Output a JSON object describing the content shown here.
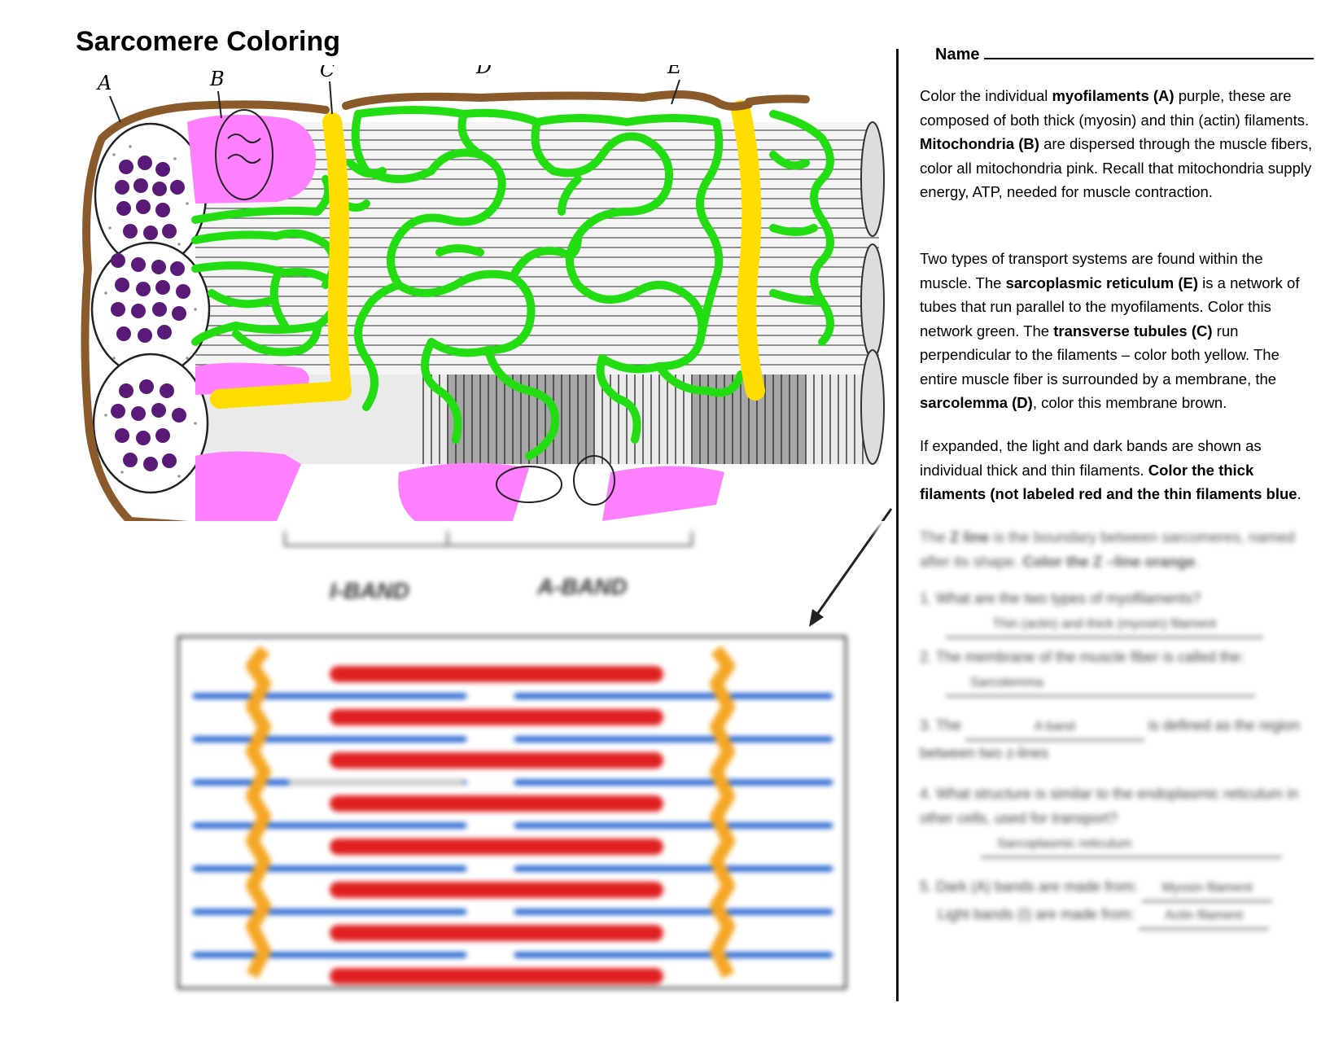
{
  "header": {
    "title": "Sarcomere Coloring",
    "name_label": "Name"
  },
  "instructions": {
    "p1": {
      "t1": "Color the individual ",
      "b1": "myofilaments (A)",
      "t2": " purple, these are composed of both thick (myosin) and thin (actin) filaments.   ",
      "b2": "Mitochondria (B)",
      "t3": " are dispersed through the muscle fibers, color all mitochondria pink.  Recall that mitochondria supply energy, ATP, needed for muscle contraction."
    },
    "p2": {
      "t1": "Two types of transport systems are found within the muscle.  The ",
      "b1": "sarcoplasmic reticulum (E)",
      "t2": " is a network of tubes that run parallel to the myofilaments.  Color this network green.   The ",
      "b2": "transverse tubules (C)",
      "t3": " run perpendicular to the filaments – color both yellow.  The entire muscle fiber is surrounded by a membrane, the ",
      "b3": "sarcolemma (D)",
      "t4": ", color this membrane brown."
    },
    "p3": {
      "t1": "If expanded, the light and dark bands are shown as individual thick and thin filaments.   ",
      "b1": "Color the thick filaments (not labeled red and the thin filaments blue",
      "t2": "."
    },
    "p4": {
      "t1": "The ",
      "b1": "Z line",
      "t2": " is the boundary between sarcomeres, named after its shape.  ",
      "b2": "Color the Z –line orange",
      "t3": "."
    }
  },
  "questions": [
    {
      "text": "1.  What are the two types of myofilaments?",
      "answer": "Thin (actin) and thick (myosin) filament"
    },
    {
      "text": "2.  The membrane of the muscle fiber is called the:",
      "answer": "Sarcolemma"
    },
    {
      "text_before": "3.  The",
      "answer": "A band",
      "text_after": "is defined as the region between two z-lines"
    },
    {
      "text": "4.  What structure is similar to the endoplasmic reticulum in other cells, used for transport?",
      "answer": "Sarcoplasmic reticulum"
    },
    {
      "text": "5.  Dark (A) bands are made from:",
      "answer": "Myosin filament"
    },
    {
      "text": "Light bands (I) are made from:",
      "answer": "Actin filament"
    }
  ],
  "diagram": {
    "labels": [
      "A",
      "B",
      "C",
      "D",
      "E"
    ],
    "bands": [
      "I-BAND",
      "A-BAND"
    ],
    "colors": {
      "myofilaments": "#5a1a78",
      "mitochondria": "#ff80ff",
      "sarcoplasmic_reticulum": "#22dd11",
      "transverse_tubules": "#ffdd00",
      "sarcolemma": "#8b5a2b",
      "thick_filaments": "#e02020",
      "thin_filaments": "#1f5fd0",
      "z_line": "#f5a623"
    }
  }
}
